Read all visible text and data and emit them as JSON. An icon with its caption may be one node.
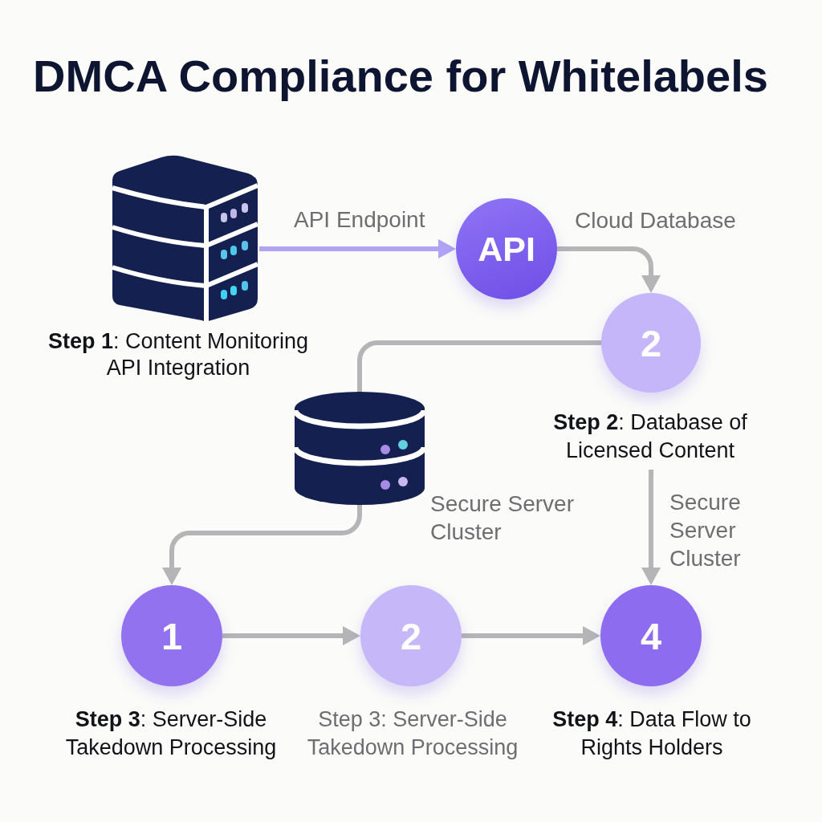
{
  "diagram": {
    "title": "DMCA Compliance for Whitelabels",
    "nodes": [
      {
        "text": [],
        "shape": "picture",
        "beside": [
          "**Step 1**: Content Monitoring API Integration"
        ]
      },
      {
        "text": [
          "API"
        ]
      },
      {
        "text": [
          "2"
        ],
        "beside": [
          "**Step 2**: Database of Licensed Content"
        ]
      },
      {
        "text": [],
        "shape": "cylinder"
      },
      {
        "text": [
          "1"
        ],
        "beside": [
          "**Step 3**: Server-Side Takedown Processing"
        ]
      },
      {
        "text": [
          "2"
        ],
        "beside": [
          "Step 3: Server-Side Takedown Processing"
        ]
      },
      {
        "text": [
          "4"
        ],
        "beside": [
          "**Step 4**: Data Flow to Rights Holders"
        ]
      }
    ],
    "edges": [
      {
        "from": 0,
        "to": 1,
        "arrow": "to",
        "label": "API Endpoint",
        "color": "#b0a3f5"
      },
      {
        "from": 1,
        "to": 2,
        "arrow": "to",
        "label": "Cloud Database"
      },
      {
        "from": 2,
        "to": 3,
        "arrow": "none"
      },
      {
        "from": 3,
        "to": 4,
        "arrow": "to",
        "label": "Secure Server Cluster"
      },
      {
        "from": 2,
        "to": 6,
        "arrow": "to",
        "label": "Secure Server Cluster"
      },
      {
        "from": 4,
        "to": 5,
        "arrow": "to"
      },
      {
        "from": 5,
        "to": 6,
        "arrow": "to"
      }
    ]
  }
}
